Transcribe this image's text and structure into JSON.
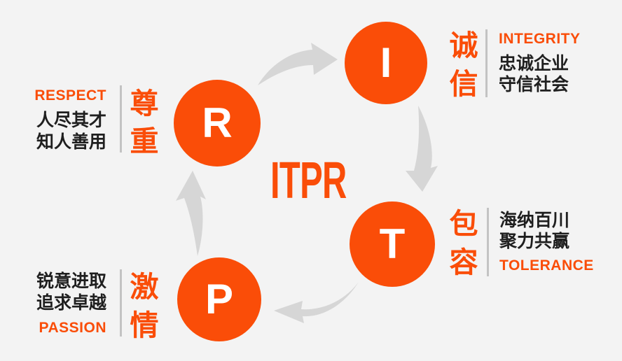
{
  "diagram": {
    "title": "ITPR",
    "nodes": [
      {
        "key": "integrity",
        "letter": "I",
        "cn_word": "诚信",
        "en_word": "INTEGRITY",
        "line1": "忠诚企业",
        "line2": "守信社会"
      },
      {
        "key": "tolerance",
        "letter": "T",
        "cn_word": "包容",
        "en_word": "TOLERANCE",
        "line1": "海纳百川",
        "line2": "聚力共赢"
      },
      {
        "key": "passion",
        "letter": "P",
        "cn_word": "激情",
        "en_word": "PASSION",
        "line1": "锐意进取",
        "line2": "追求卓越"
      },
      {
        "key": "respect",
        "letter": "R",
        "cn_word": "尊重",
        "en_word": "RESPECT",
        "line1": "人尽其才",
        "line2": "知人善用"
      }
    ],
    "flow": [
      "R → I",
      "I → T",
      "T → P",
      "P → R"
    ],
    "colors": {
      "accent": "#fa4d08",
      "background": "#f3f3f3",
      "arrow": "#d6d6d6",
      "divider": "#c3c3c3",
      "text_dark": "#1f1f1f",
      "circle_letter": "#ffffff"
    }
  }
}
